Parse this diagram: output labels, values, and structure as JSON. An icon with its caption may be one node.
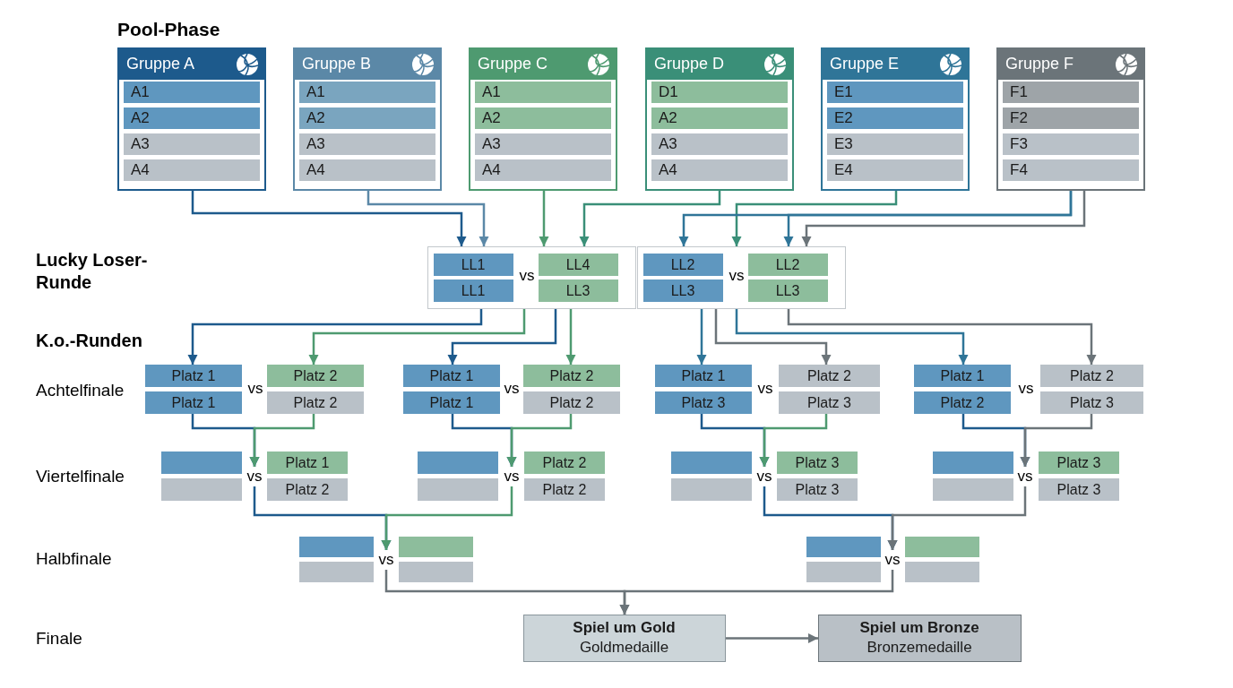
{
  "diagram": {
    "nodes": [
      {
        "text": [
          "Gruppe A"
        ]
      },
      {
        "text": [
          "A1"
        ],
        "in": 0
      },
      {
        "text": [
          "A2"
        ],
        "in": 0
      },
      {
        "text": [
          "A3"
        ],
        "in": 0
      },
      {
        "text": [
          "A4"
        ],
        "in": 0
      },
      {
        "text": [
          "Gruppe B"
        ]
      },
      {
        "text": [
          "A1"
        ],
        "in": 5
      },
      {
        "text": [
          "A2"
        ],
        "in": 5
      },
      {
        "text": [
          "A3"
        ],
        "in": 5
      },
      {
        "text": [
          "A4"
        ],
        "in": 5
      },
      {
        "text": [
          "Gruppe C"
        ]
      },
      {
        "text": [
          "A1"
        ],
        "in": 10
      },
      {
        "text": [
          "A2"
        ],
        "in": 10
      },
      {
        "text": [
          "A3"
        ],
        "in": 10
      },
      {
        "text": [
          "A4"
        ],
        "in": 10
      },
      {
        "text": [
          "Gruppe D"
        ]
      },
      {
        "text": [
          "D1"
        ],
        "in": 15
      },
      {
        "text": [
          "A2"
        ],
        "in": 15
      },
      {
        "text": [
          "A3"
        ],
        "in": 15
      },
      {
        "text": [
          "A4"
        ],
        "in": 15
      },
      {
        "text": [
          "Gruppe E"
        ]
      },
      {
        "text": [
          "E1"
        ],
        "in": 20
      },
      {
        "text": [
          "E2"
        ],
        "in": 20
      },
      {
        "text": [
          "E3"
        ],
        "in": 20
      },
      {
        "text": [
          "E4"
        ],
        "in": 20
      },
      {
        "text": [
          "Gruppe F"
        ]
      },
      {
        "text": [
          "F1"
        ],
        "in": 25
      },
      {
        "text": [
          "F2"
        ],
        "in": 25
      },
      {
        "text": [
          "F3"
        ],
        "in": 25
      },
      {
        "text": [
          "F4"
        ],
        "in": 25
      },
      {
        "text": [
          "vs"
        ]
      },
      {
        "text": [
          "LL1"
        ],
        "in": 30
      },
      {
        "text": [
          "LL1"
        ],
        "in": 30
      },
      {
        "text": [
          "LL4"
        ],
        "in": 30
      },
      {
        "text": [
          "LL3"
        ],
        "in": 30
      },
      {
        "text": [
          "vs"
        ]
      },
      {
        "text": [
          "LL2"
        ],
        "in": 35
      },
      {
        "text": [
          "LL3"
        ],
        "in": 35
      },
      {
        "text": [
          "LL2"
        ],
        "in": 35
      },
      {
        "text": [
          "LL3"
        ],
        "in": 35
      },
      {
        "text": [
          "Platz 1"
        ]
      },
      {
        "text": [
          "Platz 1"
        ]
      },
      {
        "text": [
          "Platz 2"
        ]
      },
      {
        "text": [
          "Platz 2"
        ]
      },
      {
        "text": [
          "Platz 1"
        ]
      },
      {
        "text": [
          "Platz 1"
        ]
      },
      {
        "text": [
          "Platz 2"
        ]
      },
      {
        "text": [
          "Platz 2"
        ]
      },
      {
        "text": [
          "Platz 1"
        ]
      },
      {
        "text": [
          "Platz 3"
        ]
      },
      {
        "text": [
          "Platz 2"
        ]
      },
      {
        "text": [
          "Platz 3"
        ]
      },
      {
        "text": [
          "Platz 1"
        ]
      },
      {
        "text": [
          "Platz 2"
        ]
      },
      {
        "text": [
          "Platz 2"
        ]
      },
      {
        "text": [
          "Platz 3"
        ]
      },
      {
        "text": [],
        "shape": "box"
      },
      {
        "text": [],
        "shape": "box"
      },
      {
        "text": [
          "vs"
        ]
      },
      {
        "text": [
          "Platz 1"
        ]
      },
      {
        "text": [
          "Platz 2"
        ]
      },
      {
        "text": [],
        "shape": "box"
      },
      {
        "text": [],
        "shape": "box"
      },
      {
        "text": [
          "vs"
        ]
      },
      {
        "text": [
          "Platz 2"
        ]
      },
      {
        "text": [
          "Platz 2"
        ]
      },
      {
        "text": [],
        "shape": "box"
      },
      {
        "text": [],
        "shape": "box"
      },
      {
        "text": [
          "vs"
        ]
      },
      {
        "text": [
          "Platz 3"
        ]
      },
      {
        "text": [
          "Platz 3"
        ]
      },
      {
        "text": [],
        "shape": "box"
      },
      {
        "text": [],
        "shape": "box"
      },
      {
        "text": [
          "vs"
        ]
      },
      {
        "text": [
          "Platz 3"
        ]
      },
      {
        "text": [
          "Platz 3"
        ]
      },
      {
        "text": [],
        "shape": "box"
      },
      {
        "text": [],
        "shape": "box"
      },
      {
        "text": [
          "vs"
        ]
      },
      {
        "text": [],
        "shape": "box"
      },
      {
        "text": [],
        "shape": "box"
      },
      {
        "text": [],
        "shape": "box"
      },
      {
        "text": [],
        "shape": "box"
      },
      {
        "text": [
          "vs"
        ]
      },
      {
        "text": [],
        "shape": "box"
      },
      {
        "text": [],
        "shape": "box"
      },
      {
        "text": [
          "Spiel um Gold",
          "Goldmedaille"
        ]
      },
      {
        "text": [
          "Spiel um Bronze",
          "Bronzemedaille"
        ]
      }
    ],
    "edges": [
      {
        "from": 0,
        "to": 30,
        "arrow": "to",
        "color": "#1d5a8c"
      },
      {
        "from": 5,
        "to": 30,
        "arrow": "to",
        "color": "#5b88a7"
      },
      {
        "from": 10,
        "to": 30,
        "arrow": "to",
        "color": "#4e9a70"
      },
      {
        "from": 15,
        "to": 30,
        "arrow": "to",
        "color": "#3a8f78"
      },
      {
        "from": 20,
        "to": 35,
        "arrow": "to",
        "color": "#3a8f78"
      },
      {
        "from": 25,
        "to": 35,
        "arrow": "to",
        "color": "#2f7598"
      },
      {
        "from": 25,
        "to": 35,
        "arrow": "to",
        "color": "#2f7598"
      },
      {
        "from": 25,
        "to": 35,
        "arrow": "to",
        "color": "#6b7479"
      },
      {
        "from": 30,
        "to": 40,
        "arrow": "to",
        "color": "#1d5a8c"
      },
      {
        "from": 30,
        "to": 42,
        "arrow": "to",
        "color": "#4e9a70"
      },
      {
        "from": 30,
        "to": 44,
        "arrow": "to",
        "color": "#1d5a8c"
      },
      {
        "from": 30,
        "to": 46,
        "arrow": "to",
        "color": "#4e9a70"
      },
      {
        "from": 35,
        "to": 48,
        "arrow": "to",
        "color": "#2f7598"
      },
      {
        "from": 35,
        "to": 50,
        "arrow": "to",
        "color": "#6b7479"
      },
      {
        "from": 35,
        "to": 52,
        "arrow": "to",
        "color": "#2f7598"
      },
      {
        "from": 35,
        "to": 54,
        "arrow": "to",
        "color": "#6b7479"
      },
      {
        "from": 41,
        "to": 58,
        "arrow": "to",
        "color": "#1d5a8c"
      },
      {
        "from": 43,
        "to": 58,
        "arrow": "to",
        "color": "#4e9a70"
      },
      {
        "from": 45,
        "to": 63,
        "arrow": "to",
        "color": "#1d5a8c"
      },
      {
        "from": 47,
        "to": 63,
        "arrow": "to",
        "color": "#4e9a70"
      },
      {
        "from": 49,
        "to": 68,
        "arrow": "to",
        "color": "#1d5a8c"
      },
      {
        "from": 51,
        "to": 68,
        "arrow": "to",
        "color": "#4e9a70"
      },
      {
        "from": 53,
        "to": 73,
        "arrow": "to",
        "color": "#1d5a8c"
      },
      {
        "from": 55,
        "to": 73,
        "arrow": "to",
        "color": "#6b7479"
      },
      {
        "from": 58,
        "to": 78,
        "arrow": "to",
        "color": "#1d5a8c"
      },
      {
        "from": 63,
        "to": 78,
        "arrow": "to",
        "color": "#4e9a70"
      },
      {
        "from": 68,
        "to": 83,
        "arrow": "to",
        "color": "#1d5a8c"
      },
      {
        "from": 73,
        "to": 83,
        "arrow": "to",
        "color": "#6b7479"
      },
      {
        "from": 78,
        "to": 86,
        "arrow": "to",
        "color": "#6b7479"
      },
      {
        "from": 83,
        "to": 86,
        "arrow": "to",
        "color": "#6b7479"
      },
      {
        "from": 86,
        "to": 87,
        "arrow": "to",
        "color": "#6b7479"
      }
    ],
    "labels": [
      "Pool-Phase",
      "Lucky Loser-Runde",
      "K.o.-Runden",
      "Achtelfinale",
      "vs",
      "vs",
      "vs",
      "vs",
      "Viertelfinale",
      "Halbfinale",
      "Finale"
    ]
  }
}
